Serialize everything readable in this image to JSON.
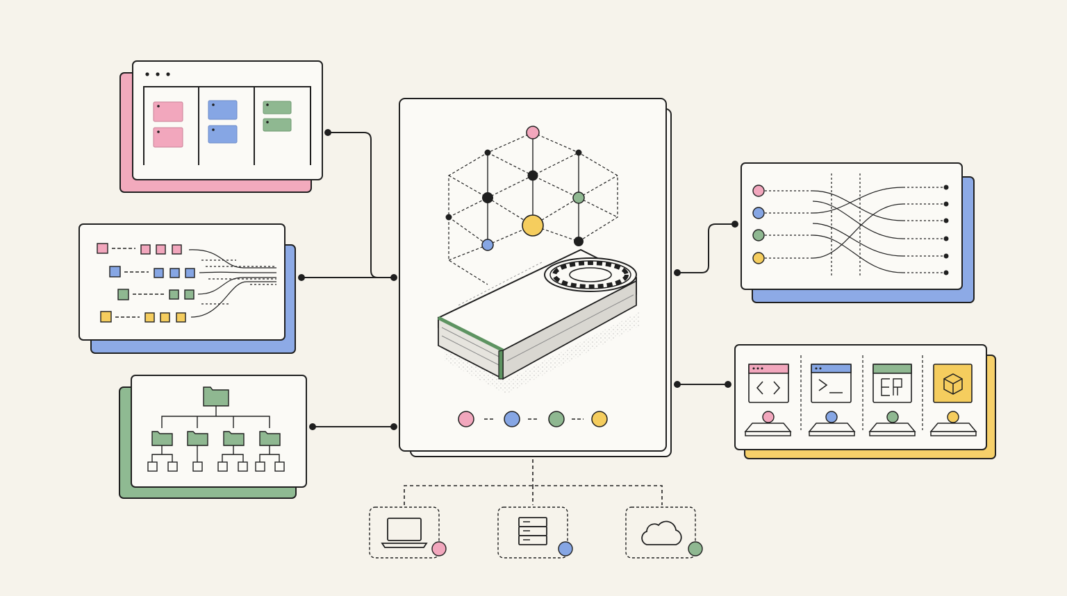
{
  "colors": {
    "background": "#f6f3eb",
    "card": "#fbfaf6",
    "ink": "#1f1f1f",
    "pink": "#f2a7bd",
    "blue": "#86a6e4",
    "green": "#8fb891",
    "yellow": "#f5cd5e",
    "shadow_pink": "#f2aabd",
    "shadow_blue": "#8daae6",
    "shadow_green": "#8fba92",
    "shadow_yellow": "#f6d06a"
  },
  "panels": {
    "kanban_board": {
      "icons": [
        "window-dots-icon",
        "kanban-card-icon"
      ]
    },
    "queue_routing": {
      "icons": [
        "queue-square-icon"
      ]
    },
    "folder_tree": {
      "icons": [
        "folder-icon",
        "file-square-icon"
      ]
    },
    "central_accelerator": {
      "icons": [
        "gpu-card-icon",
        "fan-icon",
        "node-graph-icon"
      ]
    },
    "stream_routing": {
      "icons": [
        "routing-lines-icon"
      ]
    },
    "tool_cards": {
      "icons": [
        "code-brackets-icon",
        "terminal-icon",
        "layout-icon",
        "cube-icon"
      ]
    }
  },
  "targets": [
    {
      "name": "laptop",
      "icon": "laptop-icon",
      "dot_color": "pink"
    },
    {
      "name": "server",
      "icon": "server-icon",
      "dot_color": "blue"
    },
    {
      "name": "cloud",
      "icon": "cloud-icon",
      "dot_color": "green"
    }
  ],
  "status_dots": [
    "pink",
    "blue",
    "green",
    "yellow"
  ]
}
